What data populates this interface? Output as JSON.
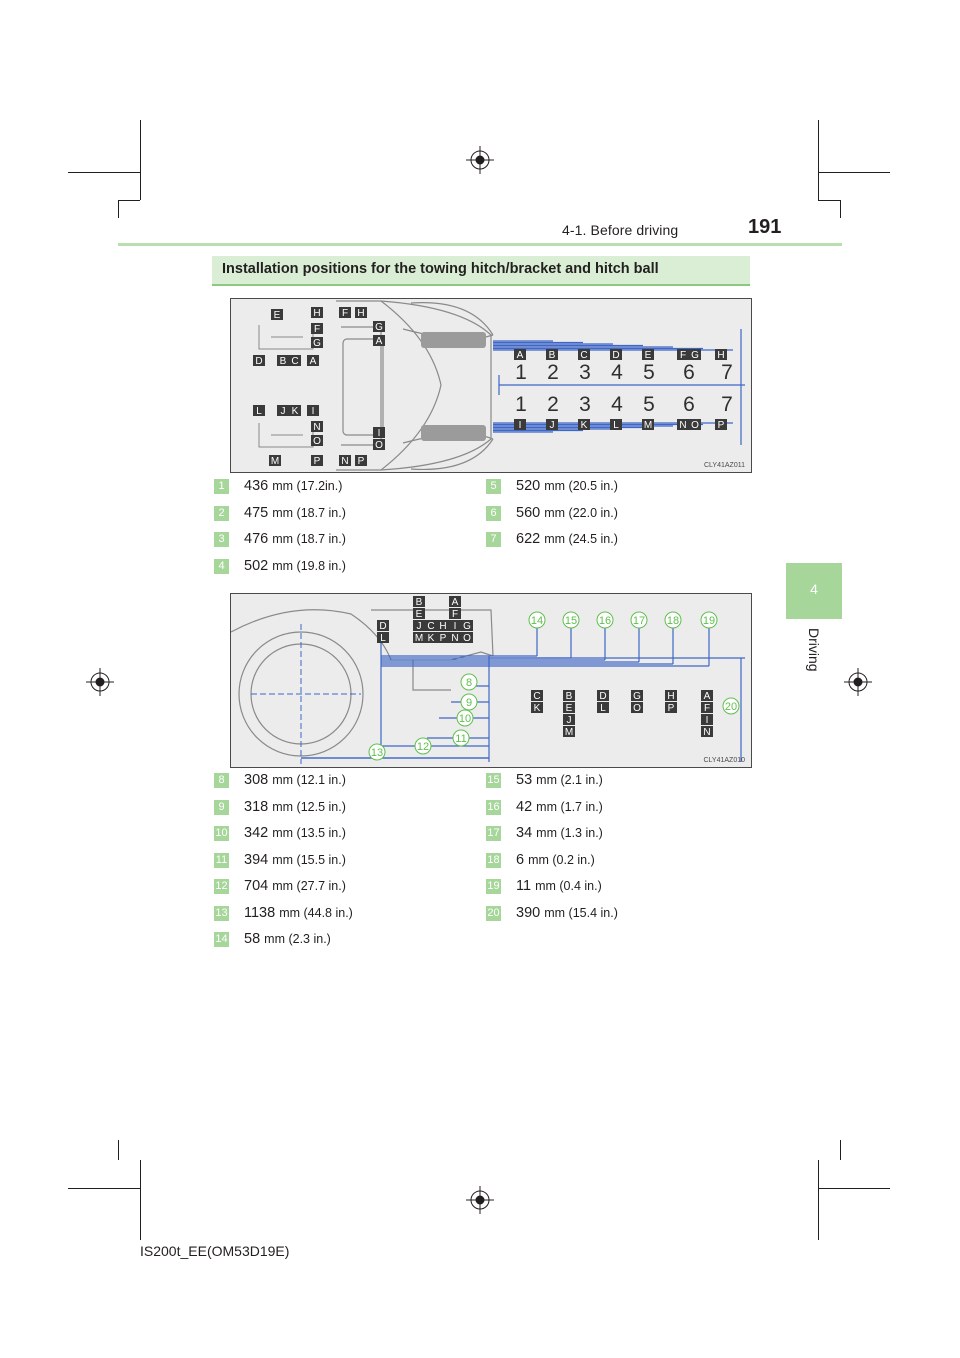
{
  "header": {
    "section": "4-1. Before driving",
    "page_number": "191"
  },
  "chapter_tab": {
    "number": "4",
    "label": "Driving"
  },
  "section_title": "Installation positions for the towing hitch/bracket and hitch ball",
  "figure1": {
    "code": "CLY41AZ011",
    "left_labels_top": [
      "E",
      "H",
      "F",
      "G",
      "D",
      "B",
      "C",
      "A"
    ],
    "mid_labels_top": [
      "F",
      "H",
      "G",
      "A"
    ],
    "left_labels_bottom": [
      "L",
      "J",
      "K",
      "I",
      "N",
      "O",
      "M",
      "P"
    ],
    "mid_labels_bottom": [
      "I",
      "O",
      "N",
      "P"
    ],
    "upper_letters": [
      "A",
      "B",
      "C",
      "D",
      "E",
      "F",
      "G",
      "H"
    ],
    "lower_letters": [
      "I",
      "J",
      "K",
      "L",
      "M",
      "N",
      "O",
      "P"
    ],
    "numbers": [
      "1",
      "2",
      "3",
      "4",
      "5",
      "6",
      "7"
    ]
  },
  "figure1_measurements": [
    {
      "num": "1",
      "value": "436",
      "unit": "mm (17.2in.)"
    },
    {
      "num": "2",
      "value": "475",
      "unit": "mm (18.7 in.)"
    },
    {
      "num": "3",
      "value": "476",
      "unit": "mm (18.7 in.)"
    },
    {
      "num": "4",
      "value": "502",
      "unit": "mm (19.8 in.)"
    },
    {
      "num": "5",
      "value": "520",
      "unit": "mm (20.5 in.)"
    },
    {
      "num": "6",
      "value": "560",
      "unit": "mm (22.0 in.)"
    },
    {
      "num": "7",
      "value": "622",
      "unit": "mm (24.5 in.)"
    }
  ],
  "figure2": {
    "code": "CLY41AZ010",
    "top_labels": [
      [
        "D",
        "L"
      ],
      [
        "B",
        "E",
        "J",
        "M"
      ],
      [
        "C",
        "K"
      ],
      [
        "H",
        "P"
      ],
      [
        "A",
        "F",
        "I",
        "N"
      ],
      [
        "G",
        "O"
      ]
    ],
    "bottom_labels": [
      [
        "C",
        "K"
      ],
      [
        "B",
        "E",
        "J",
        "M"
      ],
      [
        "D",
        "L"
      ],
      [
        "G",
        "O"
      ],
      [
        "H",
        "P"
      ],
      [
        "A",
        "F",
        "I",
        "N"
      ]
    ],
    "circled": [
      "14",
      "15",
      "16",
      "17",
      "18",
      "19",
      "8",
      "9",
      "10",
      "11",
      "12",
      "13",
      "20"
    ]
  },
  "figure2_measurements": [
    {
      "num": "8",
      "value": "308",
      "unit": "mm (12.1 in.)"
    },
    {
      "num": "9",
      "value": "318",
      "unit": "mm (12.5 in.)"
    },
    {
      "num": "10",
      "value": "342",
      "unit": "mm (13.5 in.)"
    },
    {
      "num": "11",
      "value": "394",
      "unit": "mm (15.5 in.)"
    },
    {
      "num": "12",
      "value": "704",
      "unit": "mm (27.7 in.)"
    },
    {
      "num": "13",
      "value": "1138",
      "unit": "mm (44.8 in.)"
    },
    {
      "num": "14",
      "value": "58",
      "unit": "mm (2.3 in.)"
    },
    {
      "num": "15",
      "value": "53",
      "unit": "mm (2.1 in.)"
    },
    {
      "num": "16",
      "value": "42",
      "unit": "mm (1.7 in.)"
    },
    {
      "num": "17",
      "value": "34",
      "unit": "mm (1.3 in.)"
    },
    {
      "num": "18",
      "value": "6",
      "unit": "mm (0.2 in.)"
    },
    {
      "num": "19",
      "value": "11",
      "unit": "mm (0.4 in.)"
    },
    {
      "num": "20",
      "value": "390",
      "unit": "mm (15.4 in.)"
    }
  ],
  "footer": {
    "code": "IS200t_EE(OM53D19E)"
  },
  "colors": {
    "accent_green": "#a6d69a",
    "title_bg": "#d9eed4",
    "rule_green": "#b9dfb0",
    "diagram_bg": "#ececec",
    "dimension_blue": "#3f67c7"
  }
}
